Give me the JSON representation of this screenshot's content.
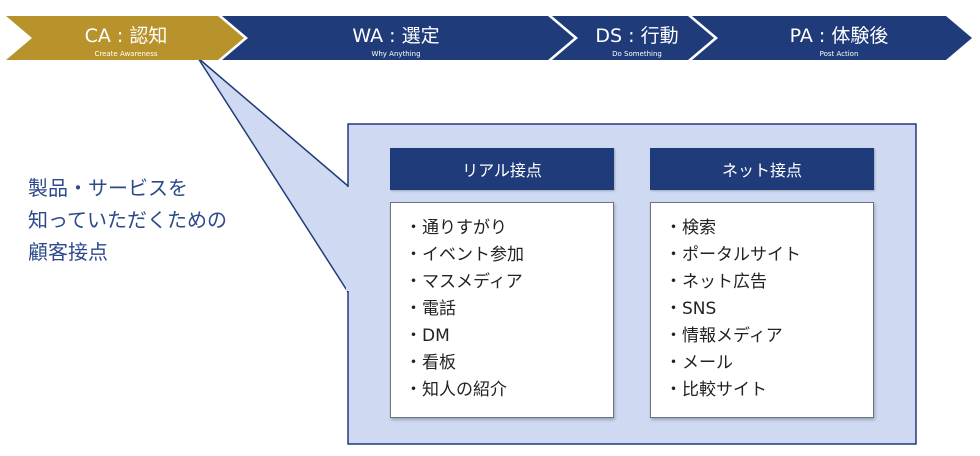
{
  "colors": {
    "ca_fill": "#b8922b",
    "step_fill": "#1f3b7a",
    "panel_fill": "#cfdaf2",
    "panel_border": "#1f3b7a",
    "callout_text": "#2c4a8a"
  },
  "steps": [
    {
      "title": "CA : 認知",
      "subtitle": "Create Awareness"
    },
    {
      "title": "WA : 選定",
      "subtitle": "Why Anything"
    },
    {
      "title": "DS : 行動",
      "subtitle": "Do Something"
    },
    {
      "title": "PA : 体験後",
      "subtitle": "Post Action"
    }
  ],
  "callout": {
    "lines": [
      "製品・サービスを",
      "知っていただくための",
      "顧客接点"
    ]
  },
  "columns": [
    {
      "header": "リアル接点",
      "items": [
        "通りすがり",
        "イベント参加",
        "マスメディア",
        "電話",
        "DM",
        "看板",
        "知人の紹介"
      ]
    },
    {
      "header": "ネット接点",
      "items": [
        "検索",
        "ポータルサイト",
        "ネット広告",
        "SNS",
        "情報メディア",
        "メール",
        "比較サイト"
      ]
    }
  ]
}
